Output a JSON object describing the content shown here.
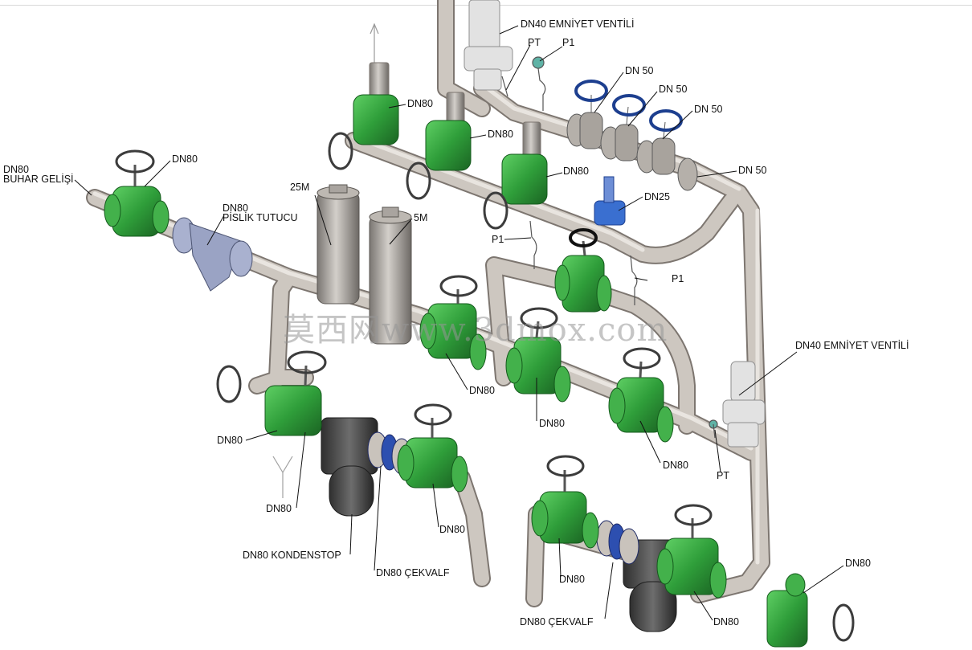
{
  "colors": {
    "valve_green": "#2f9e3a",
    "pipe": "#c9c3bc",
    "handwheel_blue": "#1d3f8f",
    "strainer": "#9aa3c4",
    "trap": "#4a4a4a",
    "safety_valve": "#e2e2e2"
  },
  "watermark": "莫西网www.3dmox.com",
  "labels": {
    "dn40_safety_top": "DN40 EMNİYET VENTİLİ",
    "pt_top": "PT",
    "p1_top": "P1",
    "dn50_a": "DN 50",
    "dn50_b": "DN 50",
    "dn50_c": "DN 50",
    "dn50_d": "DN 50",
    "dn80_top1": "DN80",
    "dn80_top2": "DN80",
    "dn80_top3": "DN80",
    "dn25": "DN25",
    "p1_mid_left": "P1",
    "p1_mid_right": "P1",
    "steam_inlet": "DN80\nBUHAR GELİŞİ",
    "dn80_inlet_valve": "DN80",
    "strainer": "DN80\nPİSLİK TUTUCU",
    "tank_25m": "25M",
    "tank_5m": "5M",
    "dn40_safety_right": "DN40 EMNİYET VENTİLİ",
    "dn80_mid1": "DN80",
    "dn80_mid2": "DN80",
    "dn80_mid3": "DN80",
    "pt_right": "PT",
    "dn80_left": "DN80",
    "dn80_left_low": "DN80",
    "trap_left": "DN80 KONDENSTOP",
    "check_left": "DN80 ÇEKVALF",
    "dn80_left_out": "DN80",
    "dn80_bot1": "DN80",
    "check_bottom": "DN80 ÇEKVALF",
    "dn80_bot2": "DN80",
    "dn80_bot_right": "DN80"
  }
}
